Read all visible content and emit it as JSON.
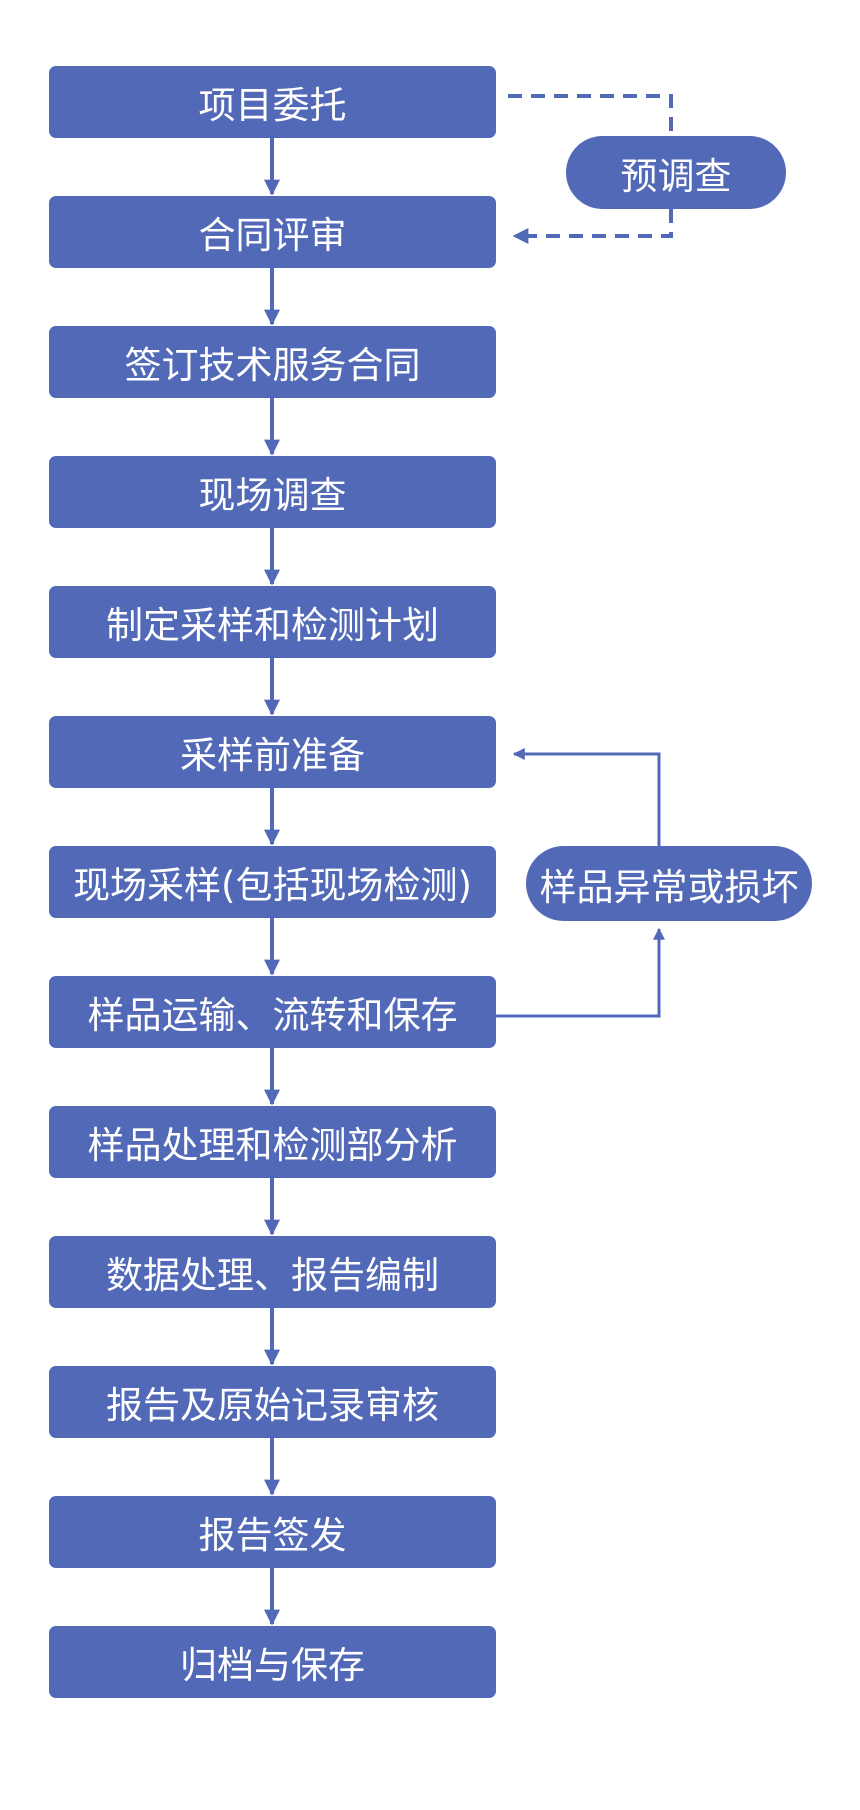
{
  "flow": {
    "steps": [
      "项目委托",
      "合同评审",
      "签订技术服务合同",
      "现场调查",
      "制定采样和检测计划",
      "采样前准备",
      "现场采样(包括现场检测)",
      "样品运输、流转和保存",
      "样品处理和检测部分析",
      "数据处理、报告编制",
      "报告及原始记录审核",
      "报告签发",
      "归档与保存"
    ],
    "side_nodes": {
      "pre_survey": "预调查",
      "sample_abnormal": "样品异常或损坏"
    }
  },
  "colors": {
    "node_fill": "#5269b8",
    "node_text": "#ffffff",
    "connector": "#5269b8"
  }
}
